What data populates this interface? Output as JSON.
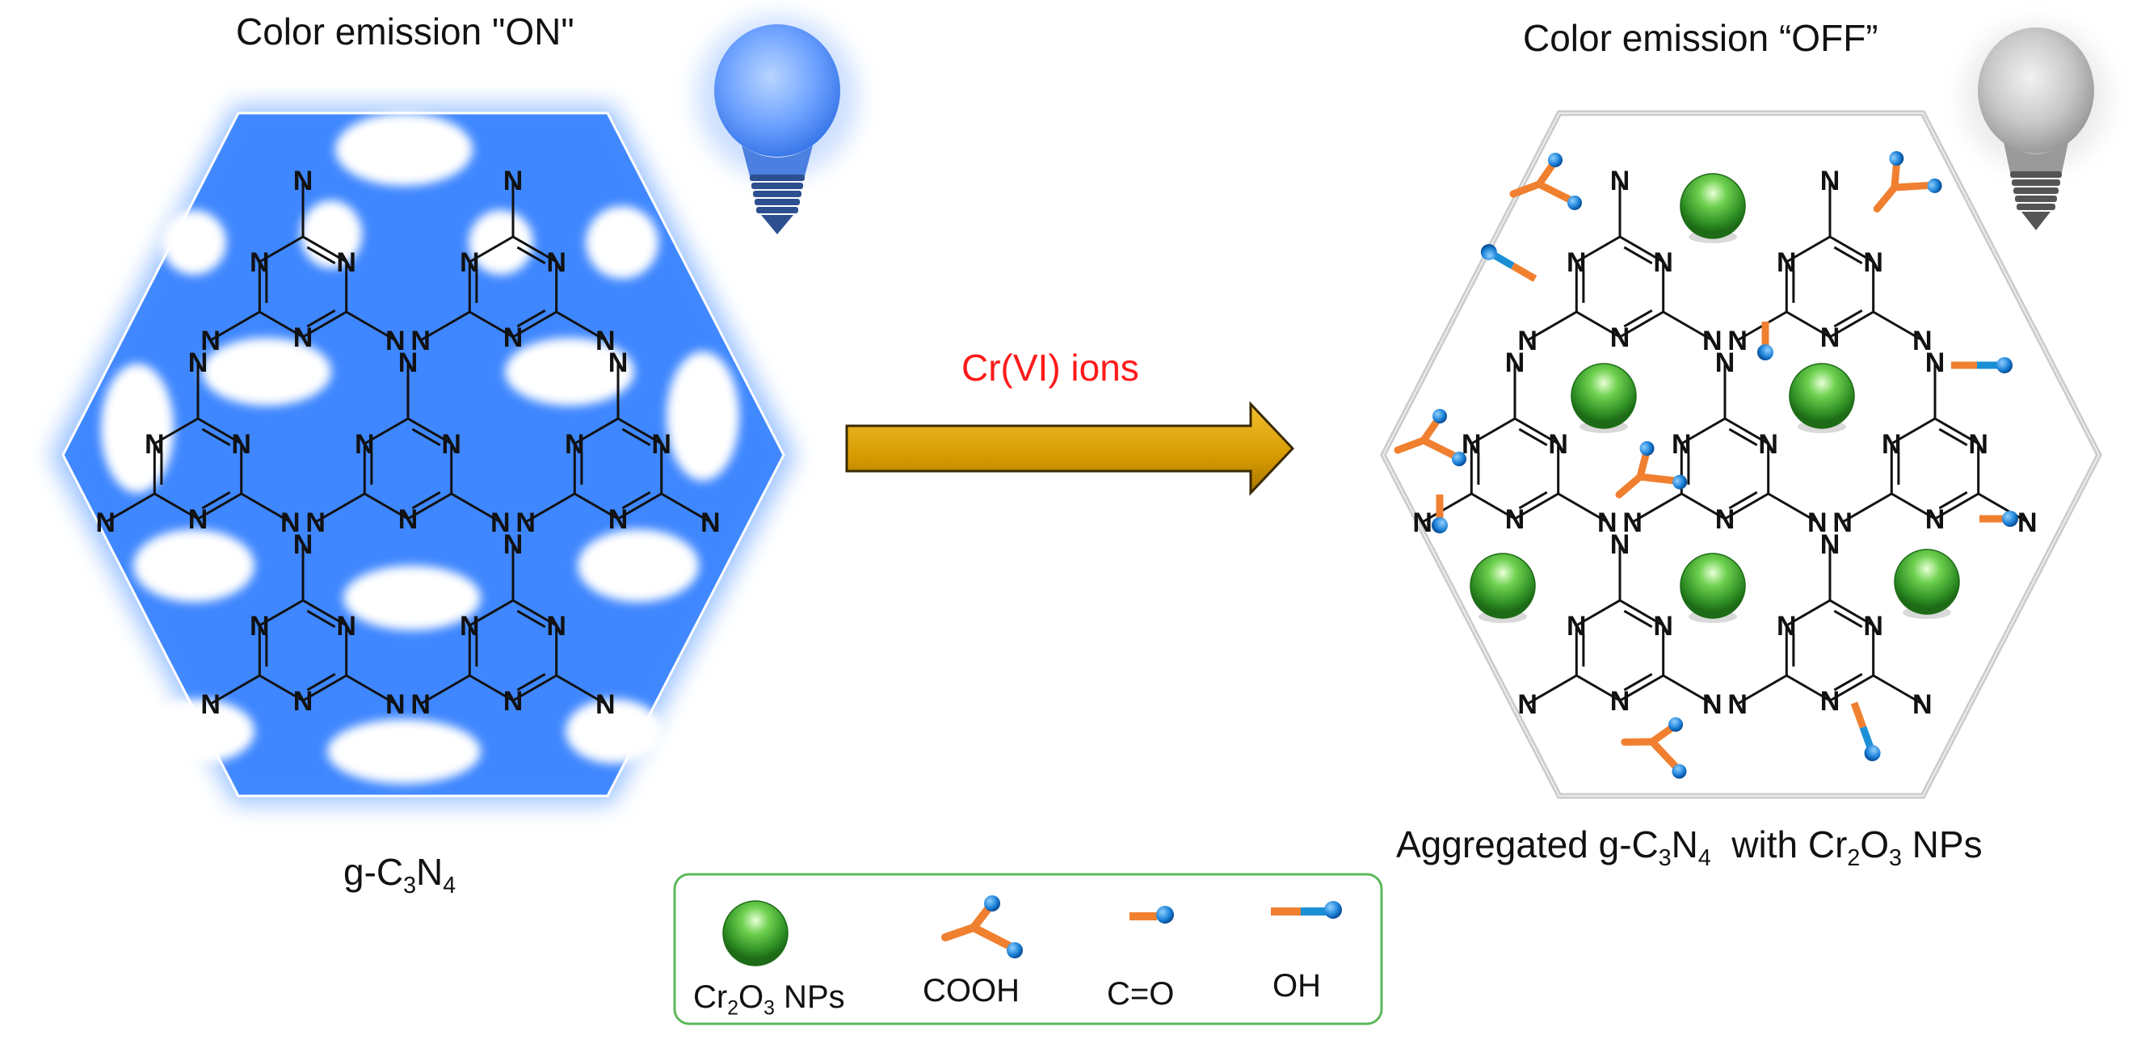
{
  "left_panel": {
    "title": "Color emission \"ON\"",
    "caption_prefix": "g-C",
    "caption_sub1": "3",
    "caption_mid": "N",
    "caption_sub2": "4"
  },
  "right_panel": {
    "title": "Color emission “OFF”",
    "caption_prefix": "Aggregated g-C",
    "caption_sub1": "3",
    "caption_mid": "N",
    "caption_sub2": "4",
    "caption_tail": "  with Cr",
    "caption_sub3": "2",
    "caption_o": "O",
    "caption_sub4": "3",
    "caption_end": " NPs"
  },
  "arrow": {
    "label": "Cr(VI) ions",
    "label_color": "#ff1a1a",
    "fill": "#d9a000"
  },
  "atom_symbol": "N",
  "legend": {
    "np_prefix": "Cr",
    "np_sub1": "2",
    "np_o": "O",
    "np_sub2": "3",
    "np_end": " NPs",
    "cooh": "COOH",
    "co": "C=O",
    "oh": "OH"
  },
  "colors": {
    "glow_blue": "#3d8bff",
    "sphere_green": "#3aa62e",
    "orange_bond": "#f08030",
    "blue_atom": "#1a7fd6",
    "legend_border": "#5cb85c"
  }
}
